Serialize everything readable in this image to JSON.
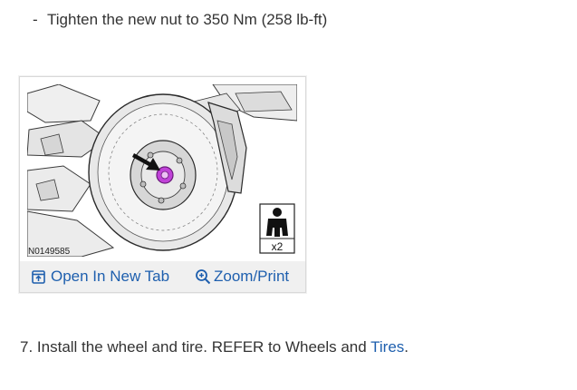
{
  "instruction_bullet": {
    "marker": "-",
    "text": "Tighten the new nut to 350 Nm (258 lb-ft)"
  },
  "figure": {
    "illustration_subject": "front brake rotor hub with new axle nut highlighted in purple and indicated by an arrow",
    "figure_id": "N0149585",
    "personnel_badge": {
      "icon": "person-icon",
      "count_label": "x2"
    },
    "actions": {
      "open_tab": {
        "icon": "open-in-new-tab-icon",
        "label": "Open In New Tab"
      },
      "zoom": {
        "icon": "zoom-in-icon",
        "label": "Zoom/Print"
      }
    },
    "highlight_color": "#c042d8"
  },
  "step_7": {
    "number": "7.",
    "text_before_link": "Install the wheel and tire. REFER to Wheels and",
    "link_text": "Tires",
    "text_after_link": "."
  },
  "colors": {
    "link": "#1e5fae",
    "body_text": "#333333",
    "action_bar_bg": "#f0f0f0"
  }
}
